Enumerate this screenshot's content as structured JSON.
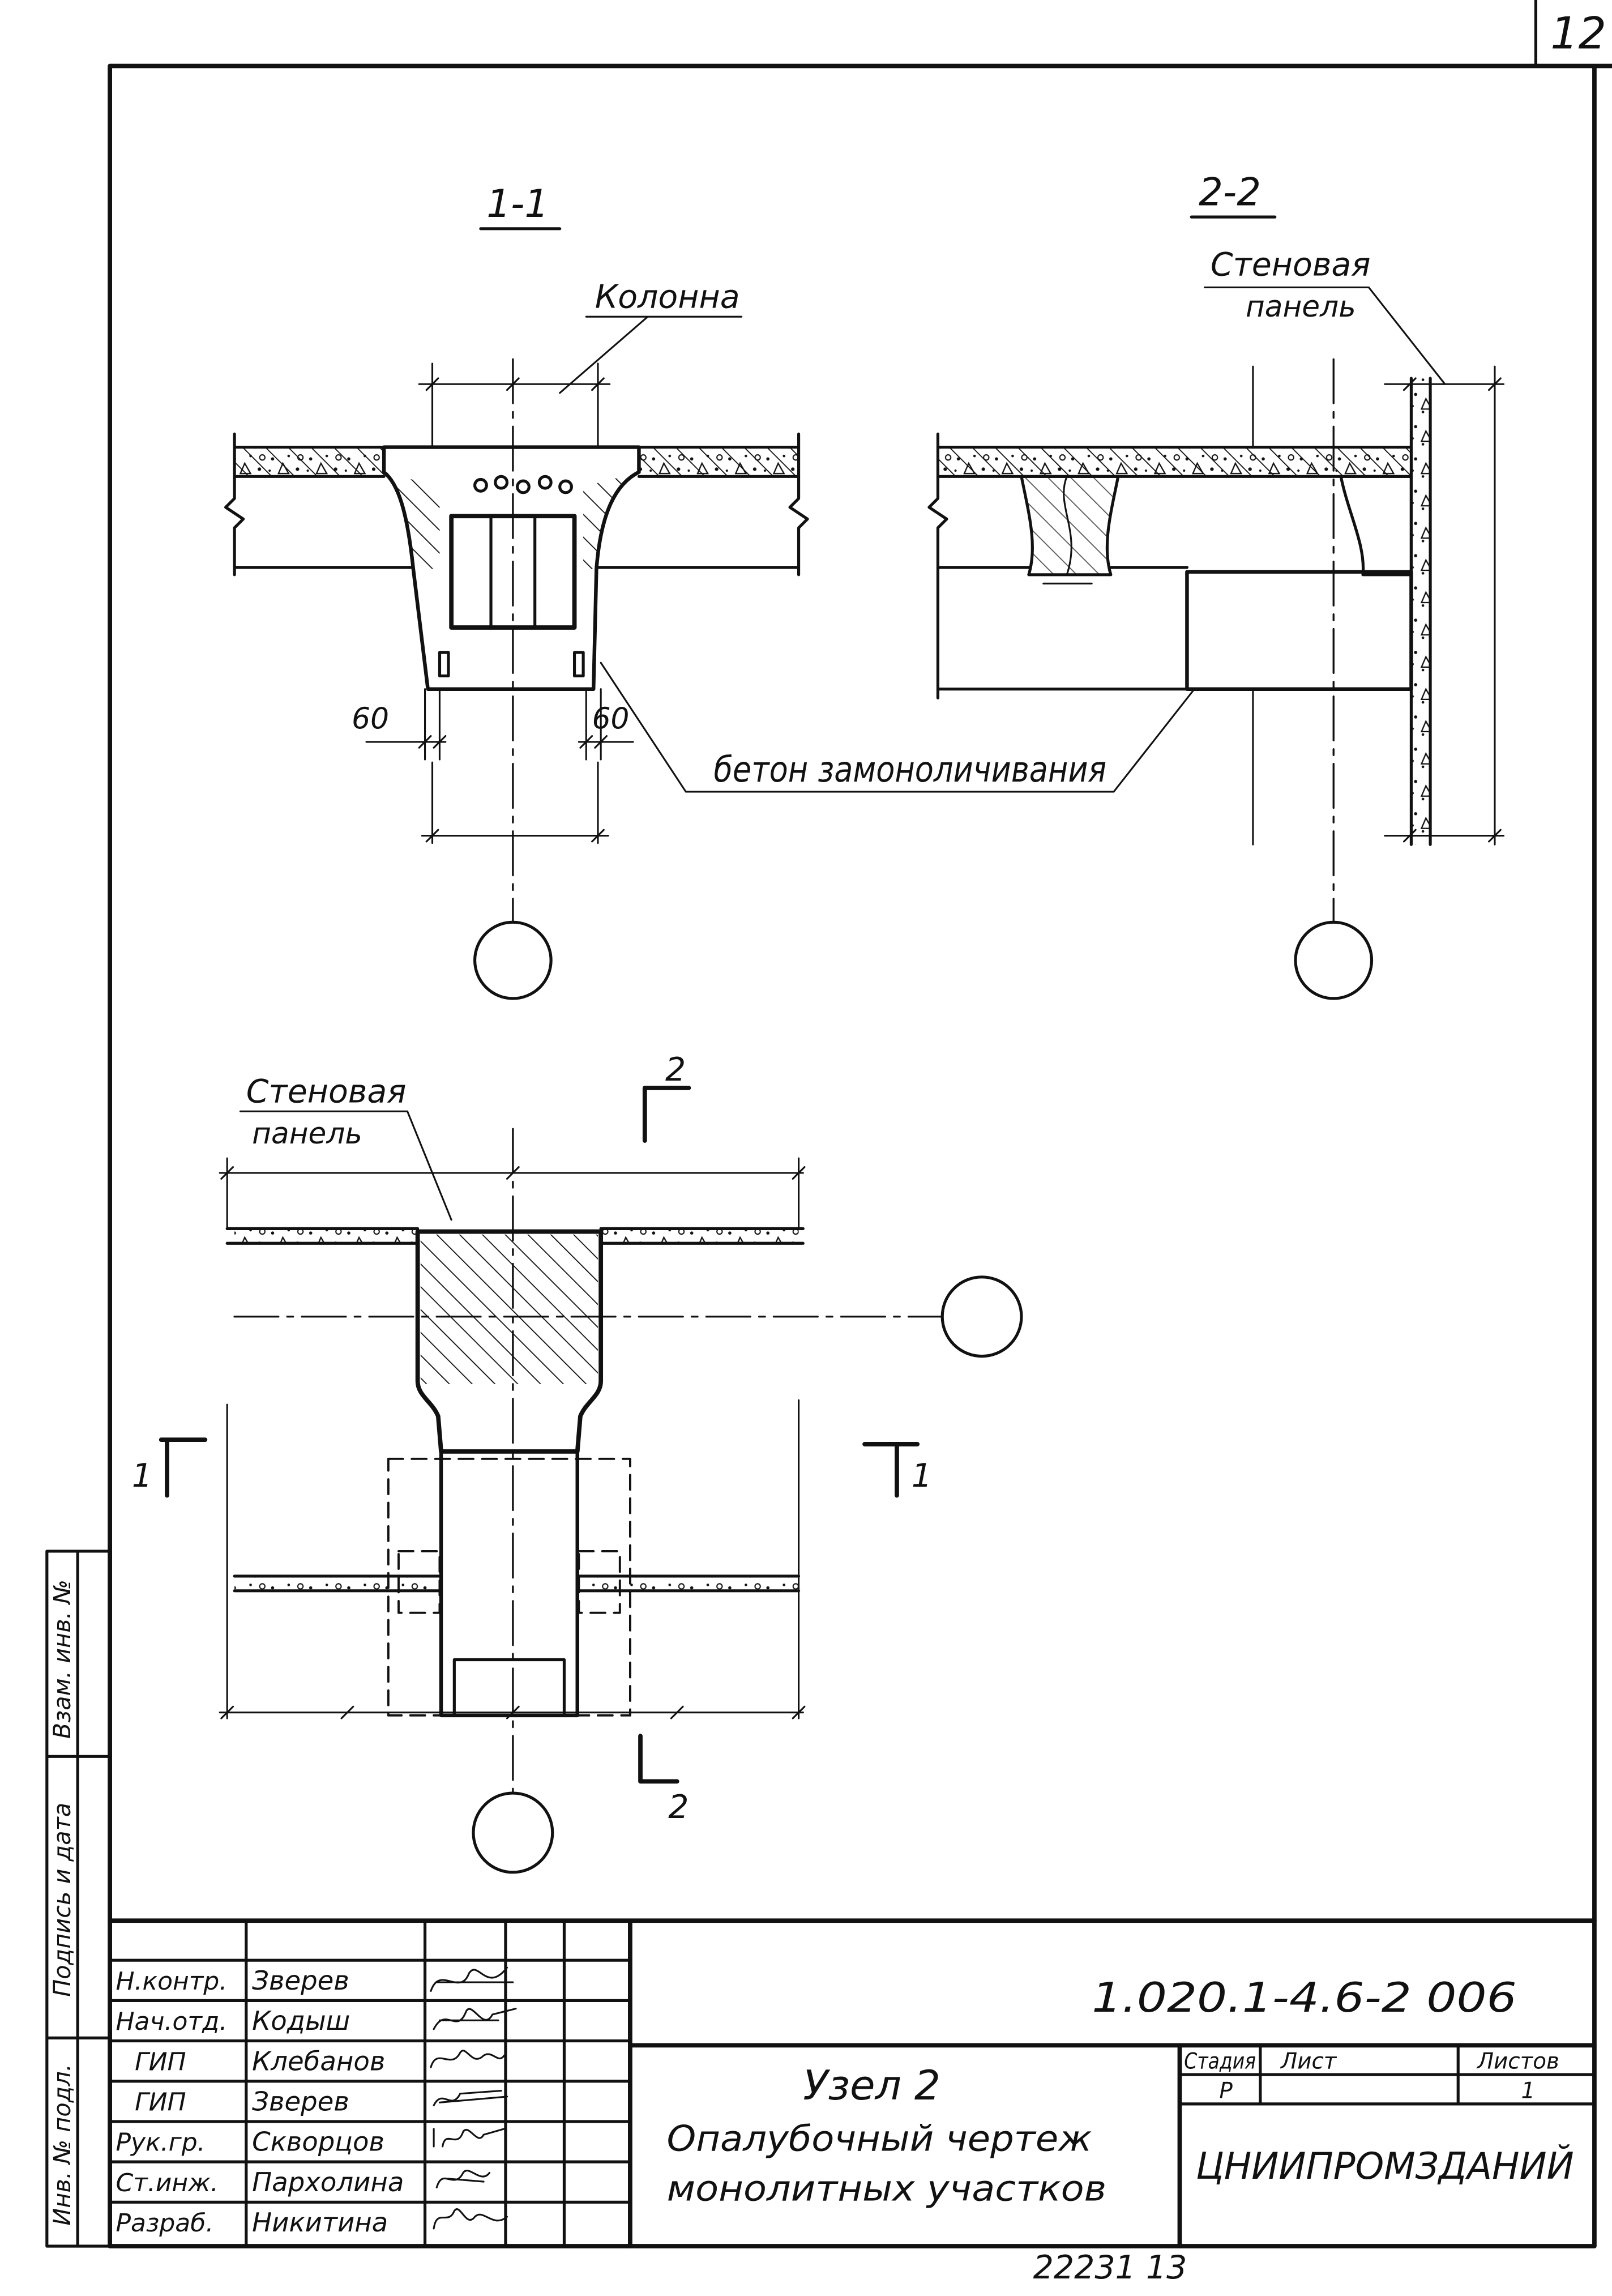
{
  "sheet": {
    "number": "12"
  },
  "drawing": {
    "section_1_1": {
      "label": "1-1",
      "column_label": "Колонна",
      "dim_left": "60",
      "dim_right": "60"
    },
    "section_2_2": {
      "label": "2-2",
      "wall_label_line1": "Стеновая",
      "wall_label_line2": "панель"
    },
    "concrete_label": "бетон замоноличивания",
    "plan": {
      "wall_label_line1": "Стеновая",
      "wall_label_line2": "панель",
      "cut_2_top": "2",
      "cut_2_bottom": "2",
      "cut_1_left": "1",
      "cut_1_right": "1"
    }
  },
  "side_stamp": {
    "replace_inv": "Взам. инв. №",
    "sign_date": "Подпись и дата",
    "inv_orig": "Инв. № подл."
  },
  "title_block": {
    "signers": [
      {
        "role": "Н.контр.",
        "name": "Зверев"
      },
      {
        "role": "Нач.отд.",
        "name": "Кодыш"
      },
      {
        "role": "ГИП",
        "name": "Клебанов"
      },
      {
        "role": "ГИП",
        "name": "Зверев"
      },
      {
        "role": "Рук.гр.",
        "name": "Скворцов"
      },
      {
        "role": "Ст.инж.",
        "name": "Пархолина"
      },
      {
        "role": "Разраб.",
        "name": "Никитина"
      }
    ],
    "designation": "1.020.1-4.6-2 006",
    "title_line1": "Узел 2",
    "title_line2": "Опалубочный чертеж",
    "title_line3": "монолитных участков",
    "stage_header": {
      "stage": "Стадия",
      "sheet": "Лист",
      "sheets": "Листов"
    },
    "stage_values": {
      "stage": "Р",
      "sheets": "1"
    },
    "organization": "ЦНИИПРОМЗДАНИЙ"
  },
  "archive_number": "22231 13",
  "colors": {
    "ink": "#111111",
    "paper": "#ffffff"
  }
}
